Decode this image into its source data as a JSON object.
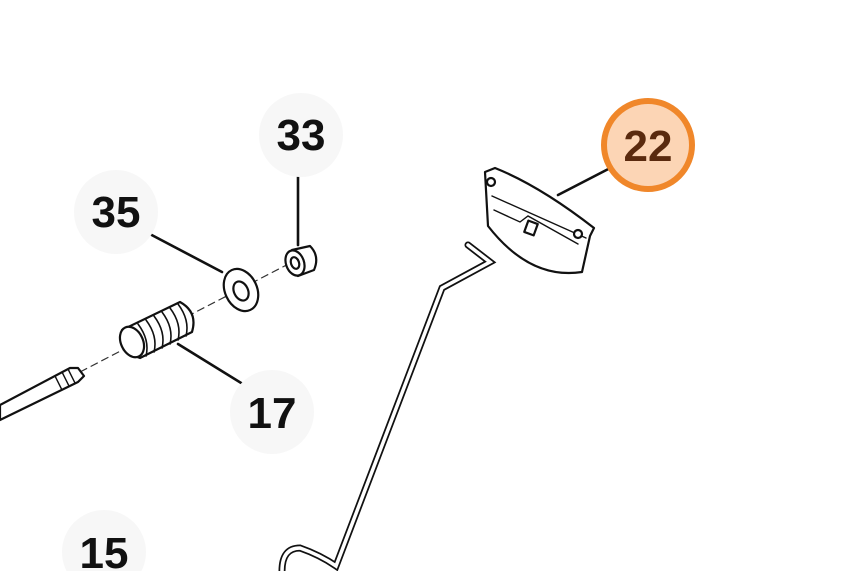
{
  "diagram": {
    "callouts": [
      {
        "number": "33",
        "part": "bushing"
      },
      {
        "number": "35",
        "part": "washer"
      },
      {
        "number": "17",
        "part": "spring"
      },
      {
        "number": "15",
        "part": "shaft"
      },
      {
        "number": "22",
        "part": "plate",
        "selected": true
      }
    ],
    "colors": {
      "selected_ring": "#f0872a",
      "selected_fill": "#fcd5b5",
      "selected_text": "#5a2a0e",
      "badge_bg": "#f7f7f7"
    }
  }
}
